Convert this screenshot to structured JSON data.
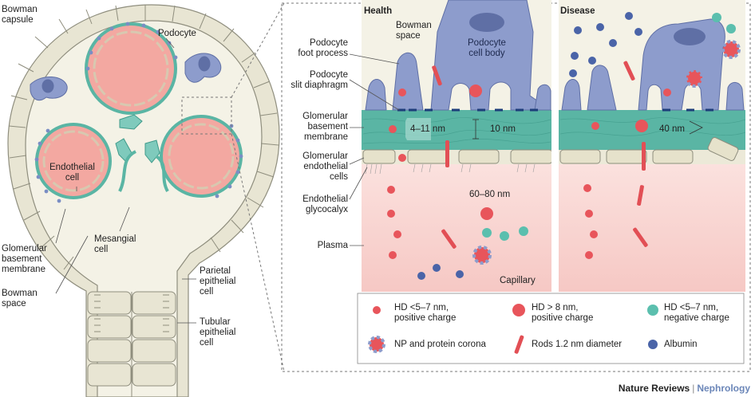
{
  "left": {
    "bowman_capsule": "Bowman\ncapsule",
    "podocyte": "Podocyte",
    "endothelial_cell": "Endothelial\ncell",
    "mesangial_cell": "Mesangial\ncell",
    "gbm": "Glomerular\nbasement\nmembrane",
    "bowman_space": "Bowman\nspace",
    "parietal": "Parietal\nepithelial\ncell",
    "tubular": "Tubular\nepithelial\ncell"
  },
  "right": {
    "health": "Health",
    "disease": "Disease",
    "bowman_space": "Bowman\nspace",
    "podocyte_cell_body": "Podocyte\ncell body",
    "foot_process": "Podocyte\nfoot process",
    "slit_diaphragm": "Podocyte\nslit diaphragm",
    "gbm": "Glomerular\nbasement\nmembrane",
    "endo_cells": "Glomerular\nendothelial\ncells",
    "glycocalyx": "Endothelial\nglycocalyx",
    "plasma": "Plasma",
    "capillary": "Capillary",
    "m_4_11": "4–11 nm",
    "m_10": "10 nm",
    "m_60_80": "60–80 nm",
    "m_40": "40 nm"
  },
  "legend": {
    "hd_small_pos": "HD <5–7 nm,\npositive charge",
    "hd_large_pos": "HD > 8 nm,\npositive charge",
    "hd_small_neg": "HD <5–7 nm,\nnegative charge",
    "np_corona": "NP and protein corona",
    "rods": "Rods 1.2 nm diameter",
    "albumin": "Albumin"
  },
  "credit": {
    "journal": "Nature Reviews",
    "sep": "|",
    "section": "Nephrology"
  },
  "colors": {
    "capsule": "#e9e6d5",
    "capsule_border": "#9b9a88",
    "capillary_fill": "#f4a6a0",
    "podocyte": "#8d9ccc",
    "gbm": "#5ab5a4",
    "plasma": "#f8d7d4",
    "positive": "#e8555b",
    "negative": "#5bbfae",
    "albumin": "#4a64a8",
    "rod": "#e24f55"
  }
}
